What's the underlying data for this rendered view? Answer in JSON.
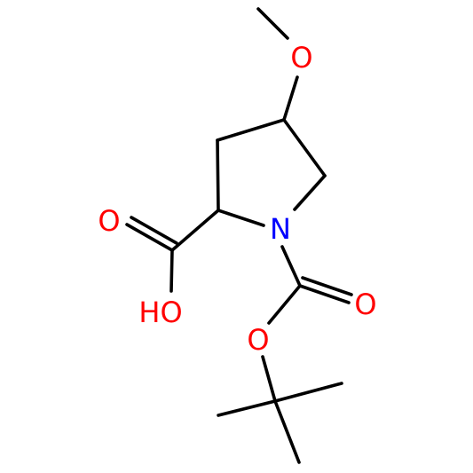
{
  "structure": {
    "atoms": {
      "methoxy_oxygen": {
        "label": "O",
        "color": "#ff0000"
      },
      "ring_nitrogen": {
        "label": "N",
        "color": "#0000ff"
      },
      "acid_carbonyl_oxygen": {
        "label": "O",
        "color": "#ff0000"
      },
      "acid_hydroxyl": {
        "label": "HO",
        "color": "#ff0000"
      },
      "carbamate_carbonyl_oxygen": {
        "label": "O",
        "color": "#ff0000"
      },
      "carbamate_ester_oxygen": {
        "label": "O",
        "color": "#ff0000"
      }
    },
    "bond_color": "#000000"
  }
}
